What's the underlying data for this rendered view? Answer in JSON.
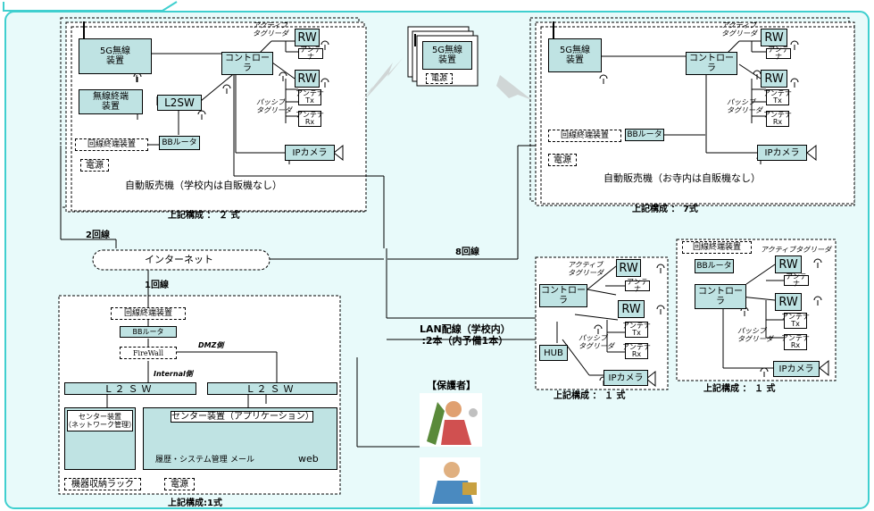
{
  "device": {
    "nw5g": "5G無線\n装置",
    "wireless_terminal": "無線終端\n装置",
    "l2sw": "L2SW",
    "controller": "コントローラ",
    "rw": "RW",
    "antenna": "アンテナ",
    "antenna_tx": "アンテナ\nTx",
    "antenna_rx": "アンテナ\nRx",
    "active_tag_reader": "アクティブ\nタグリーダ",
    "active_tag_reader_inline": "アクティブタグリーダ",
    "passive_tag_reader": "パッシブ\nタグリーダ",
    "line_terminal": "回線終端装置",
    "bb_router": "BBルータ",
    "ip_camera": "IPカメラ",
    "power": "電源",
    "hub": "HUB",
    "firewall": "FireWall",
    "l2sw_spaced": "L２ＳＷ"
  },
  "site_school": {
    "vending_label": "自動販売機（学校内は自販機なし）",
    "config": "上記構成 ： ２ 式"
  },
  "site_temple": {
    "vending_label": "自動販売機（お寺内は自販機なし）",
    "config": "上記構成 ： 7式"
  },
  "remote": {
    "config_a": "上記構成 ： １ 式",
    "config_b": "上記構成 ： １ 式"
  },
  "network": {
    "internet": "インターネット",
    "lines_2": "2回線",
    "lines_8": "8回線",
    "lines_1": "1回線",
    "lan_wiring": "LAN配線（学校内）\n:2本（内予備1本）"
  },
  "center": {
    "dmz": "DMZ側",
    "internal": "Internal側",
    "center_network": "センター装置\n（ネットワーク管理）",
    "center_app": "センター装置（アプリケーション）",
    "history_mgmt": "履歴・システム管理",
    "mail": "メール",
    "web": "web",
    "rack": "機器収納ラック",
    "power": "電源",
    "config": "上記構成:1式"
  },
  "guardian": "【保護者】"
}
